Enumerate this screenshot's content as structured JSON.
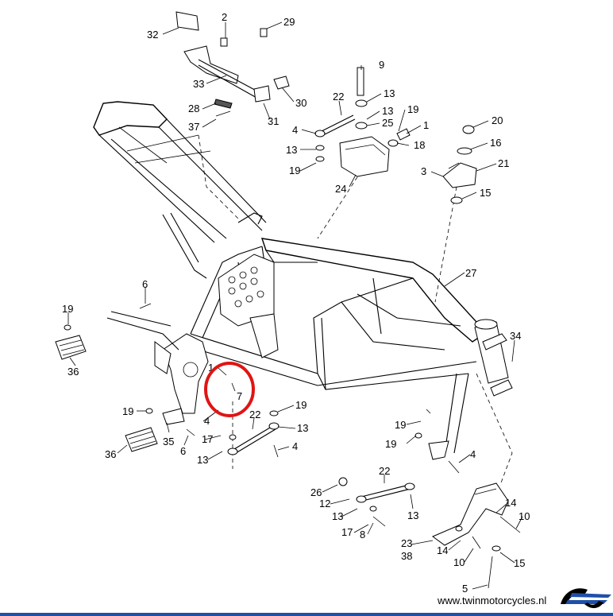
{
  "callouts": [
    {
      "n": "32"
    },
    {
      "n": "2"
    },
    {
      "n": "29"
    },
    {
      "n": "33"
    },
    {
      "n": "30"
    },
    {
      "n": "28"
    },
    {
      "n": "31"
    },
    {
      "n": "37"
    },
    {
      "n": "9"
    },
    {
      "n": "22"
    },
    {
      "n": "13"
    },
    {
      "n": "13"
    },
    {
      "n": "4"
    },
    {
      "n": "25"
    },
    {
      "n": "19"
    },
    {
      "n": "1"
    },
    {
      "n": "18"
    },
    {
      "n": "13"
    },
    {
      "n": "19"
    },
    {
      "n": "24"
    },
    {
      "n": "20"
    },
    {
      "n": "16"
    },
    {
      "n": "3"
    },
    {
      "n": "21"
    },
    {
      "n": "15"
    },
    {
      "n": "27"
    },
    {
      "n": "6"
    },
    {
      "n": "19"
    },
    {
      "n": "36"
    },
    {
      "n": "34"
    },
    {
      "n": "1"
    },
    {
      "n": "7"
    },
    {
      "n": "19"
    },
    {
      "n": "4"
    },
    {
      "n": "22"
    },
    {
      "n": "19"
    },
    {
      "n": "35"
    },
    {
      "n": "17"
    },
    {
      "n": "13"
    },
    {
      "n": "36"
    },
    {
      "n": "6"
    },
    {
      "n": "13"
    },
    {
      "n": "4"
    },
    {
      "n": "19"
    },
    {
      "n": "19"
    },
    {
      "n": "4"
    },
    {
      "n": "26"
    },
    {
      "n": "22"
    },
    {
      "n": "12"
    },
    {
      "n": "13"
    },
    {
      "n": "13"
    },
    {
      "n": "17"
    },
    {
      "n": "8"
    },
    {
      "n": "14"
    },
    {
      "n": "10"
    },
    {
      "n": "23"
    },
    {
      "n": "38"
    },
    {
      "n": "14"
    },
    {
      "n": "10"
    },
    {
      "n": "15"
    },
    {
      "n": "5"
    }
  ],
  "footer": {
    "website": "www.twinmotorcycles.nl"
  },
  "highlight_color": "#e01414",
  "accent_color": "#1f4fa8"
}
